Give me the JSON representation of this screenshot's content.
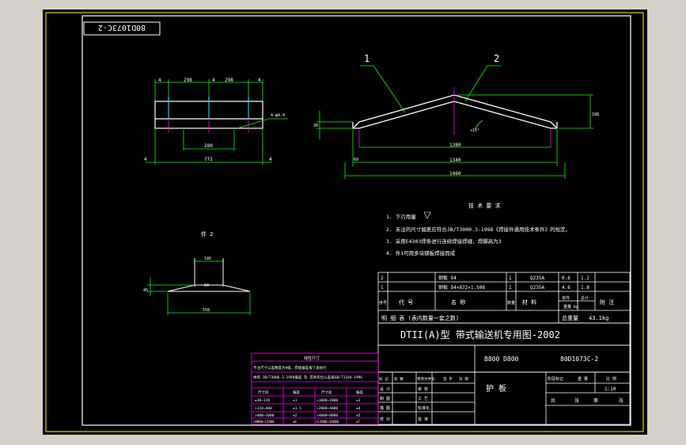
{
  "drawing": {
    "stamp_code": "80D1073C-2",
    "callouts": [
      "1",
      "2"
    ],
    "part_label": "件 2",
    "dims": {
      "d_4a": "4",
      "d_298": "298",
      "d_4b": "4",
      "d_4c": "4",
      "d_4c_dup": "4",
      "d_298b": "298",
      "d_4phi8": "4-φ4.4",
      "d_280": "280",
      "d_772": "772",
      "d_4d": "4",
      "d_4e": "4",
      "d_30": "30",
      "d_1380": "1380",
      "d_1340": "1340",
      "d_1460": "1460",
      "d_60": "60",
      "d_188": "188",
      "d_ang": "≈15°",
      "p_188": "186",
      "p_64": "δ4",
      "p_558": "558",
      "p_45": "45"
    },
    "notes": {
      "title": "技 术 要 求",
      "n1": "1. 下刃用量",
      "n2": "2. 未注的尺寸偏差应符合JB/T3000.3-1998《焊接件通用技术条件》的规定。",
      "n3": "3. 采用E4303焊条进行连续焊接焊缝，焊脚高为3",
      "n4": "4. 件1可用多块钢板焊接而成"
    },
    "bom": {
      "r2": [
        "2",
        "钢板 δ4",
        "",
        "1",
        "Q235A",
        "0.6",
        "1.2"
      ],
      "r1": [
        "1",
        "钢板 δ4×872×1.508",
        "",
        "1",
        "Q235A",
        "4.6",
        "1.8"
      ],
      "header": [
        "序号",
        "代  号",
        "名    称",
        "数量",
        "材    料",
        "单件",
        "总计",
        "附  注"
      ],
      "weight_label": "重量 kg",
      "summary_left": "明    细    表    (表内数量一套之数)",
      "total_label": "总重量",
      "total_value": "43.1kg"
    },
    "title_block": {
      "main_title": "DTII(A)型  带式输送机专用图-2002",
      "size_text": "B800 D800",
      "drawing_no": "80D1073C-2",
      "part_name": "护    板",
      "stage_label": "阶段标记",
      "weight": "重 量",
      "scale": "比 例",
      "scale_value": "1:10",
      "sheet_a": "共",
      "sheet_b": "张",
      "sheet_c": "第",
      "sheet_d": "张",
      "left_headers": [
        "标 记",
        "处 数",
        "更改文件号",
        "签 字",
        "日 期"
      ],
      "roles": [
        "设 计",
        "制 图",
        "描 图",
        "校 对",
        "审 核",
        "工 艺",
        "标准化",
        "批 准"
      ],
      "role_dates": [
        "",
        "",
        "",
        "",
        "",
        "",
        "",
        ""
      ]
    },
    "tol_table": {
      "title": "线性尺寸",
      "line1": "不注尺寸公差精度为9级，焊缝偏差按下表执行",
      "line2": "依照 JB/T3000.3-1998偏差 及 其余形位公差按GB/T1184-1996",
      "header": [
        "尺寸段",
        "偏差",
        "尺寸段",
        "偏差"
      ],
      "rows": [
        [
          "≤30~120",
          "±1",
          ">1000~2000",
          "±3"
        ],
        [
          ">120~400",
          "±1.5",
          ">2000~4000",
          "±4"
        ],
        [
          ">400~1000",
          "±2",
          ">4000~8000",
          "±5"
        ],
        [
          ">8000~12000",
          "±6",
          ">12000~16000",
          "±7"
        ],
        [
          "",
          "",
          "",
          ""
        ]
      ]
    }
  }
}
